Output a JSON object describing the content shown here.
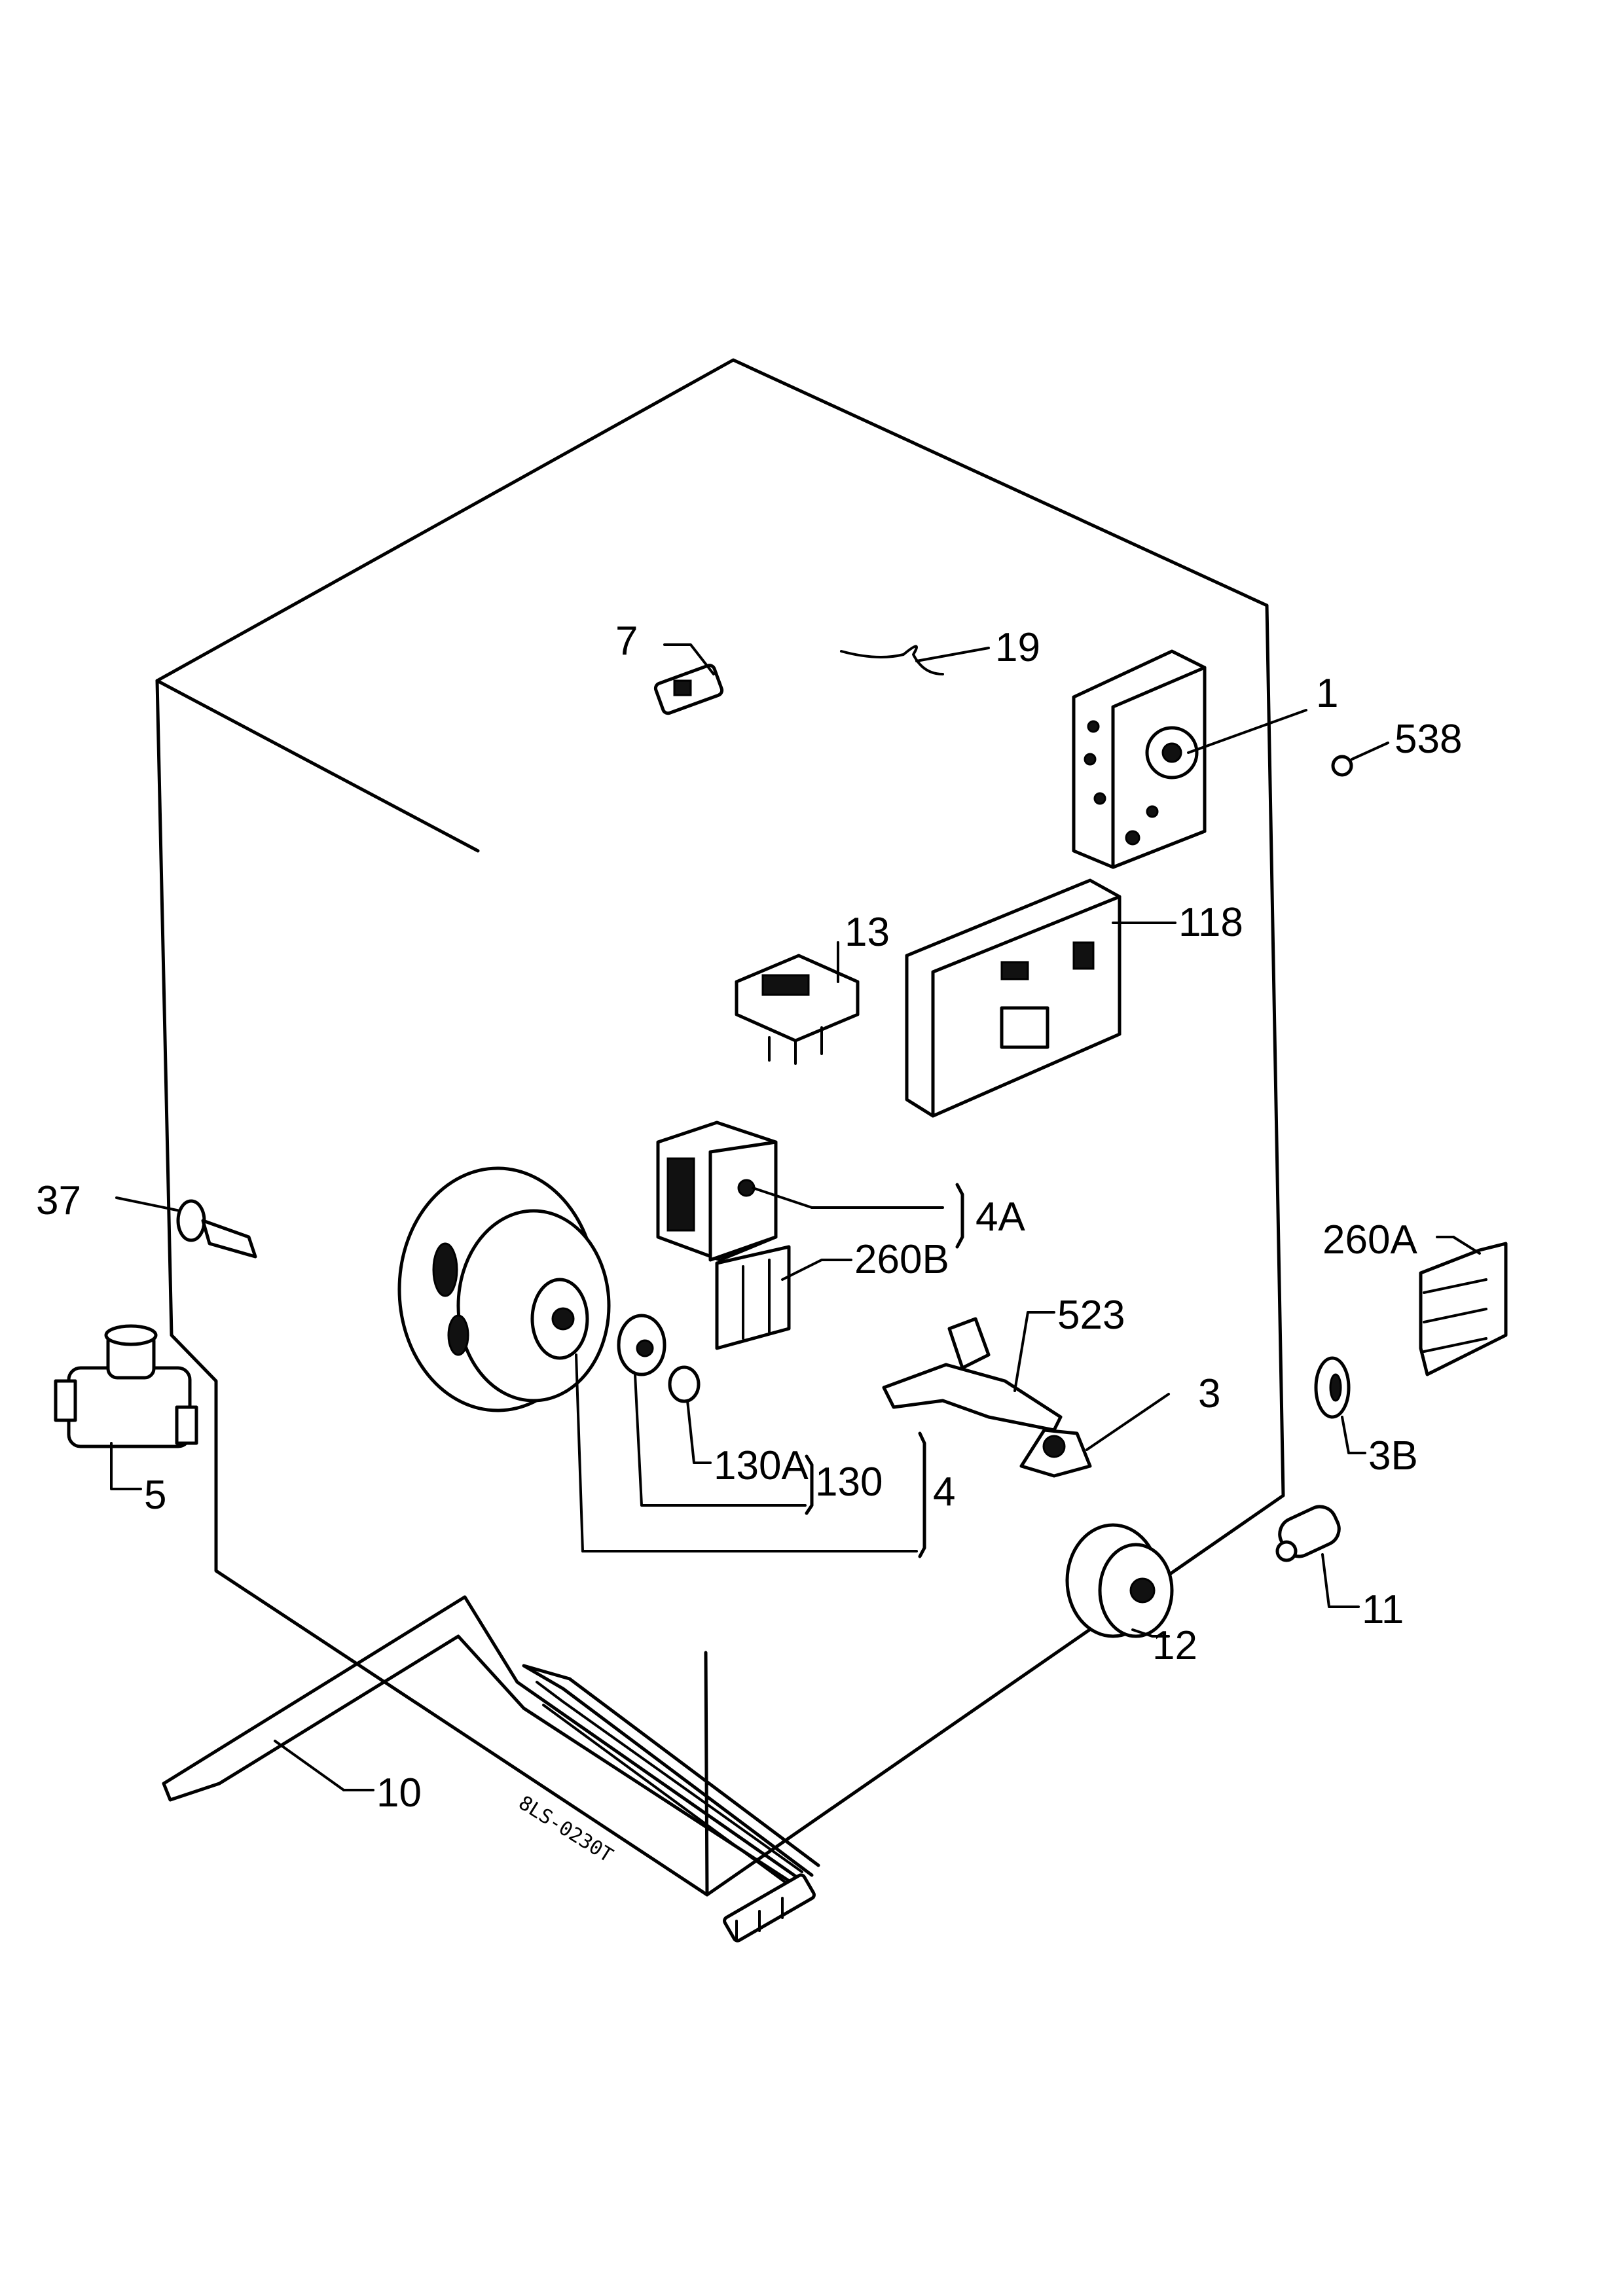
{
  "diagram": {
    "labels": {
      "p1": "1",
      "p3": "3",
      "p3b": "3B",
      "p4": "4",
      "p4a": "4A",
      "p5": "5",
      "p7": "7",
      "p10": "10",
      "p11": "11",
      "p12": "12",
      "p13": "13",
      "p19": "19",
      "p37": "37",
      "p118": "118",
      "p130": "130",
      "p130a": "130A",
      "p260a": "260A",
      "p260b": "260B",
      "p523": "523",
      "p538": "538"
    },
    "drawing_code": "8LS-0230T"
  }
}
